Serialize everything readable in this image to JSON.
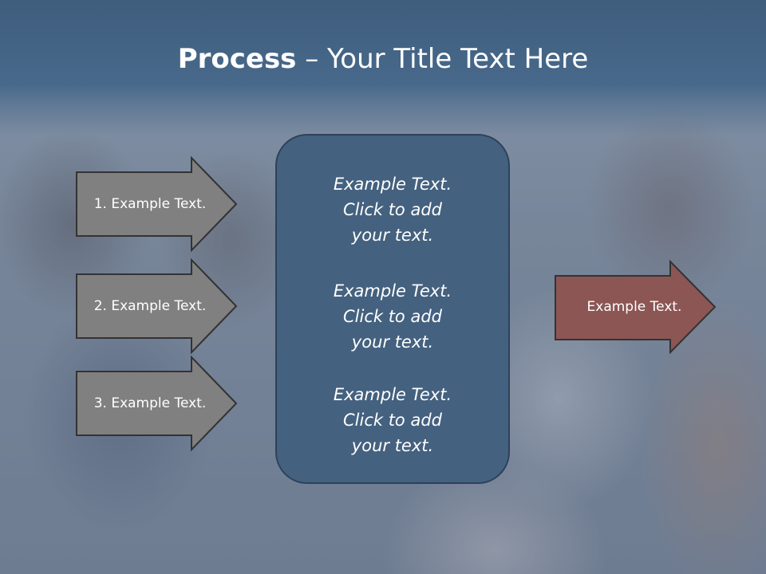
{
  "slide": {
    "title_bold": "Process",
    "title_rest": " – Your Title Text Here",
    "colors": {
      "title_band": "#44617f",
      "center_box": "#44617f",
      "left_arrows": "#808080",
      "right_arrow": "#8c5654"
    }
  },
  "left_arrows": [
    {
      "label": "1. Example Text."
    },
    {
      "label": "2. Example Text."
    },
    {
      "label": "3. Example Text."
    }
  ],
  "center_box": {
    "blocks": [
      {
        "line1": "Example Text.",
        "line2": "Click  to add",
        "line3": "your text."
      },
      {
        "line1": "Example Text.",
        "line2": "Click  to add",
        "line3": "your text."
      },
      {
        "line1": "Example Text.",
        "line2": "Click  to add",
        "line3": "your text."
      }
    ]
  },
  "right_arrow": {
    "label": "Example Text."
  }
}
